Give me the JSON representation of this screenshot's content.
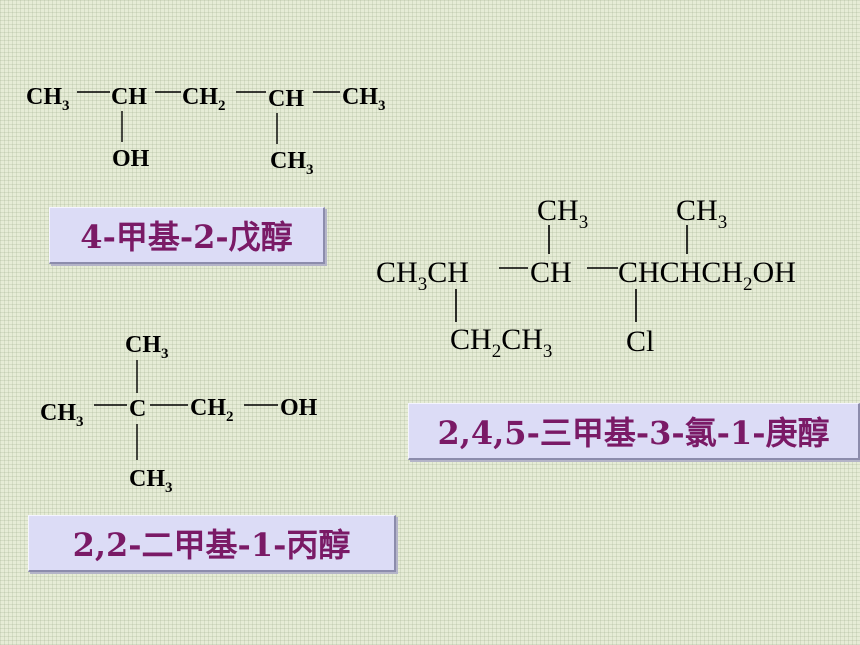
{
  "molecules": [
    {
      "name": "4-甲基-2-戊醇",
      "atoms": {
        "ch3_left": "CH",
        "ch_oh": "CH",
        "ch2": "CH",
        "ch_me": "CH",
        "ch3_right": "CH",
        "oh": "OH",
        "ch3_down": "CH"
      },
      "subs": {
        "three": "3",
        "two": "2"
      }
    },
    {
      "name": "2,4,5-三甲基-3-氯-1-庚醇",
      "atoms": {
        "ch3_top1": "CH",
        "ch3_top2": "CH",
        "main_a": "CH",
        "main_b": "CH",
        "ch_mid": "CH",
        "main_tail": "CHCHCH",
        "oh": "OH",
        "ch2ch3_a": "CH",
        "ch2ch3_b": "CH",
        "cl": "Cl"
      },
      "subs": {
        "three": "3",
        "two": "2"
      }
    },
    {
      "name": "2,2-二甲基-1-丙醇",
      "atoms": {
        "ch3_top": "CH",
        "ch3_left": "CH",
        "c": "C",
        "ch2": "CH",
        "oh": "OH",
        "ch3_bottom": "CH"
      },
      "subs": {
        "three": "3",
        "two": "2"
      }
    }
  ]
}
